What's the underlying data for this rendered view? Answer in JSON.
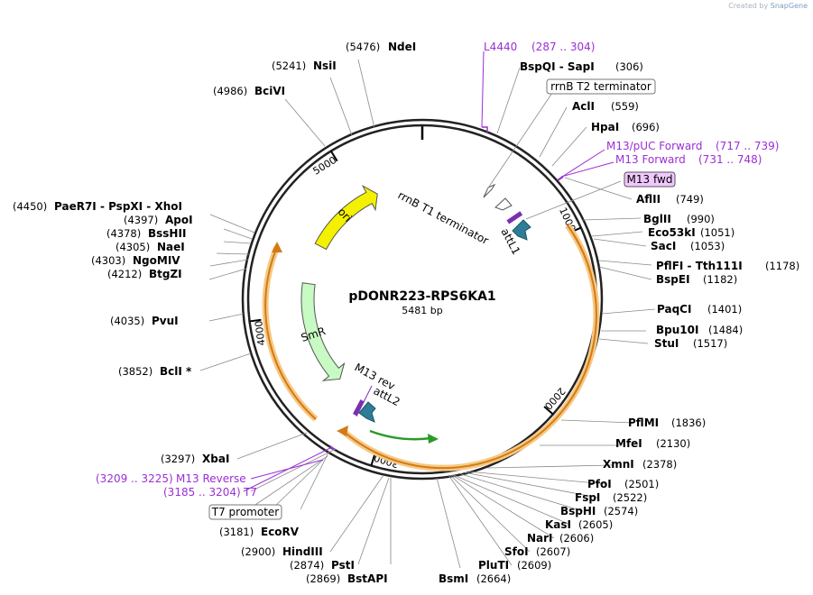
{
  "credit": {
    "prefix": "Created by",
    "brand": "SnapGene"
  },
  "title": "pDONR223-RPS6KA1",
  "length_label": "5481 bp",
  "total_length": 5481,
  "colors": {
    "primer": "#9b2fd4",
    "site_feature": "#2e7d96",
    "ori": "#f3f000",
    "smr": "#c8fac4",
    "orf": "#f0b050",
    "orf_arrow": "#2a9a2a",
    "terminator": "#ffffff",
    "highlight": "#f0c8ff"
  },
  "scale_ticks": [
    {
      "bp": 1000,
      "label": "1000"
    },
    {
      "bp": 2000,
      "label": "2000"
    },
    {
      "bp": 3000,
      "label": "3000"
    },
    {
      "bp": 4000,
      "label": "4000"
    },
    {
      "bp": 5000,
      "label": "5000"
    }
  ],
  "inner_features": [
    {
      "name": "ori",
      "label": "ori",
      "bp_start": 4530,
      "bp_end": 5130,
      "color": "#f3f000",
      "strand": 1
    },
    {
      "name": "SmR",
      "label": "SmR",
      "bp_start": 3440,
      "bp_end": 4230,
      "color": "#c8fac4",
      "strand": -1
    }
  ],
  "feature_labels": [
    {
      "name": "rrnB T1 terminator",
      "label": "rrnB T1 terminator"
    },
    {
      "name": "attL1",
      "label": "attL1"
    },
    {
      "name": "M13 rev",
      "label": "M13 rev"
    },
    {
      "name": "attL2",
      "label": "attL2"
    }
  ],
  "boxed_labels": [
    {
      "name": "rrnB T2 terminator",
      "label": "rrnB T2 terminator"
    },
    {
      "name": "M13 fwd",
      "label": "M13 fwd"
    },
    {
      "name": "T7 promoter",
      "label": "T7 promoter"
    }
  ],
  "sites": [
    {
      "name": "NdeI",
      "pos": "(5476)",
      "bp": 5476
    },
    {
      "name": "NsiI",
      "pos": "(5241)",
      "bp": 5241
    },
    {
      "name": "BciVI",
      "pos": "(4986)",
      "bp": 4986
    },
    {
      "name": "PaeR7I  - PspXI  - XhoI",
      "pos": "(4450)",
      "bp": 4450
    },
    {
      "name": "ApoI",
      "pos": "(4397)",
      "bp": 4397
    },
    {
      "name": "BssHII",
      "pos": "(4378)",
      "bp": 4378
    },
    {
      "name": "NaeI",
      "pos": "(4305)",
      "bp": 4305
    },
    {
      "name": "NgoMIV",
      "pos": "(4303)",
      "bp": 4303
    },
    {
      "name": "BtgZI",
      "pos": "(4212)",
      "bp": 4212
    },
    {
      "name": "PvuI",
      "pos": "(4035)",
      "bp": 4035
    },
    {
      "name": "BclI *",
      "pos": "(3852)",
      "bp": 3852
    },
    {
      "name": "XbaI",
      "pos": "(3297)",
      "bp": 3297
    },
    {
      "name": "EcoRV",
      "pos": "(3181)",
      "bp": 3181
    },
    {
      "name": "HindIII",
      "pos": "(2900)",
      "bp": 2900
    },
    {
      "name": "PstI",
      "pos": "(2874)",
      "bp": 2874
    },
    {
      "name": "BstAPI",
      "pos": "(2869)",
      "bp": 2869
    },
    {
      "name": "BsmI",
      "pos": "(2664)",
      "bp": 2664
    },
    {
      "name": "PluTI",
      "pos": "(2609)",
      "bp": 2609
    },
    {
      "name": "SfoI",
      "pos": "(2607)",
      "bp": 2607
    },
    {
      "name": "NarI",
      "pos": "(2606)",
      "bp": 2606
    },
    {
      "name": "KasI",
      "pos": "(2605)",
      "bp": 2605
    },
    {
      "name": "BspHI",
      "pos": "(2574)",
      "bp": 2574
    },
    {
      "name": "FspI",
      "pos": "(2522)",
      "bp": 2522
    },
    {
      "name": "PfoI",
      "pos": "(2501)",
      "bp": 2501
    },
    {
      "name": "XmnI",
      "pos": "(2378)",
      "bp": 2378
    },
    {
      "name": "MfeI",
      "pos": "(2130)",
      "bp": 2130
    },
    {
      "name": "PflMI",
      "pos": "(1836)",
      "bp": 1836
    },
    {
      "name": "StuI",
      "pos": "(1517)",
      "bp": 1517
    },
    {
      "name": "Bpu10I",
      "pos": "(1484)",
      "bp": 1484
    },
    {
      "name": "PaqCI",
      "pos": "(1401)",
      "bp": 1401
    },
    {
      "name": "BspEI",
      "pos": "(1182)",
      "bp": 1182
    },
    {
      "name": "PflFI  - Tth111I",
      "pos": "(1178)",
      "bp": 1178
    },
    {
      "name": "SacI",
      "pos": "(1053)",
      "bp": 1053
    },
    {
      "name": "Eco53kI",
      "pos": "(1051)",
      "bp": 1051
    },
    {
      "name": "BglII",
      "pos": "(990)",
      "bp": 990
    },
    {
      "name": "AflII",
      "pos": "(749)",
      "bp": 749
    },
    {
      "name": "HpaI",
      "pos": "(696)",
      "bp": 696
    },
    {
      "name": "AclI",
      "pos": "(559)",
      "bp": 559
    },
    {
      "name": "BspQI  - SapI",
      "pos": "(306)",
      "bp": 306
    }
  ],
  "primers": [
    {
      "name": "L4440",
      "range": "(287 .. 304)",
      "bp": 295
    },
    {
      "name": "M13/pUC Forward",
      "range": "(717 .. 739)",
      "bp": 728
    },
    {
      "name": "M13 Forward",
      "range": "(731 .. 748)",
      "bp": 740
    },
    {
      "name": "M13 Reverse",
      "range": "(3209 .. 3225)",
      "bp": 3217
    },
    {
      "name": "T7",
      "range": "(3185 .. 3204)",
      "bp": 3195
    }
  ]
}
